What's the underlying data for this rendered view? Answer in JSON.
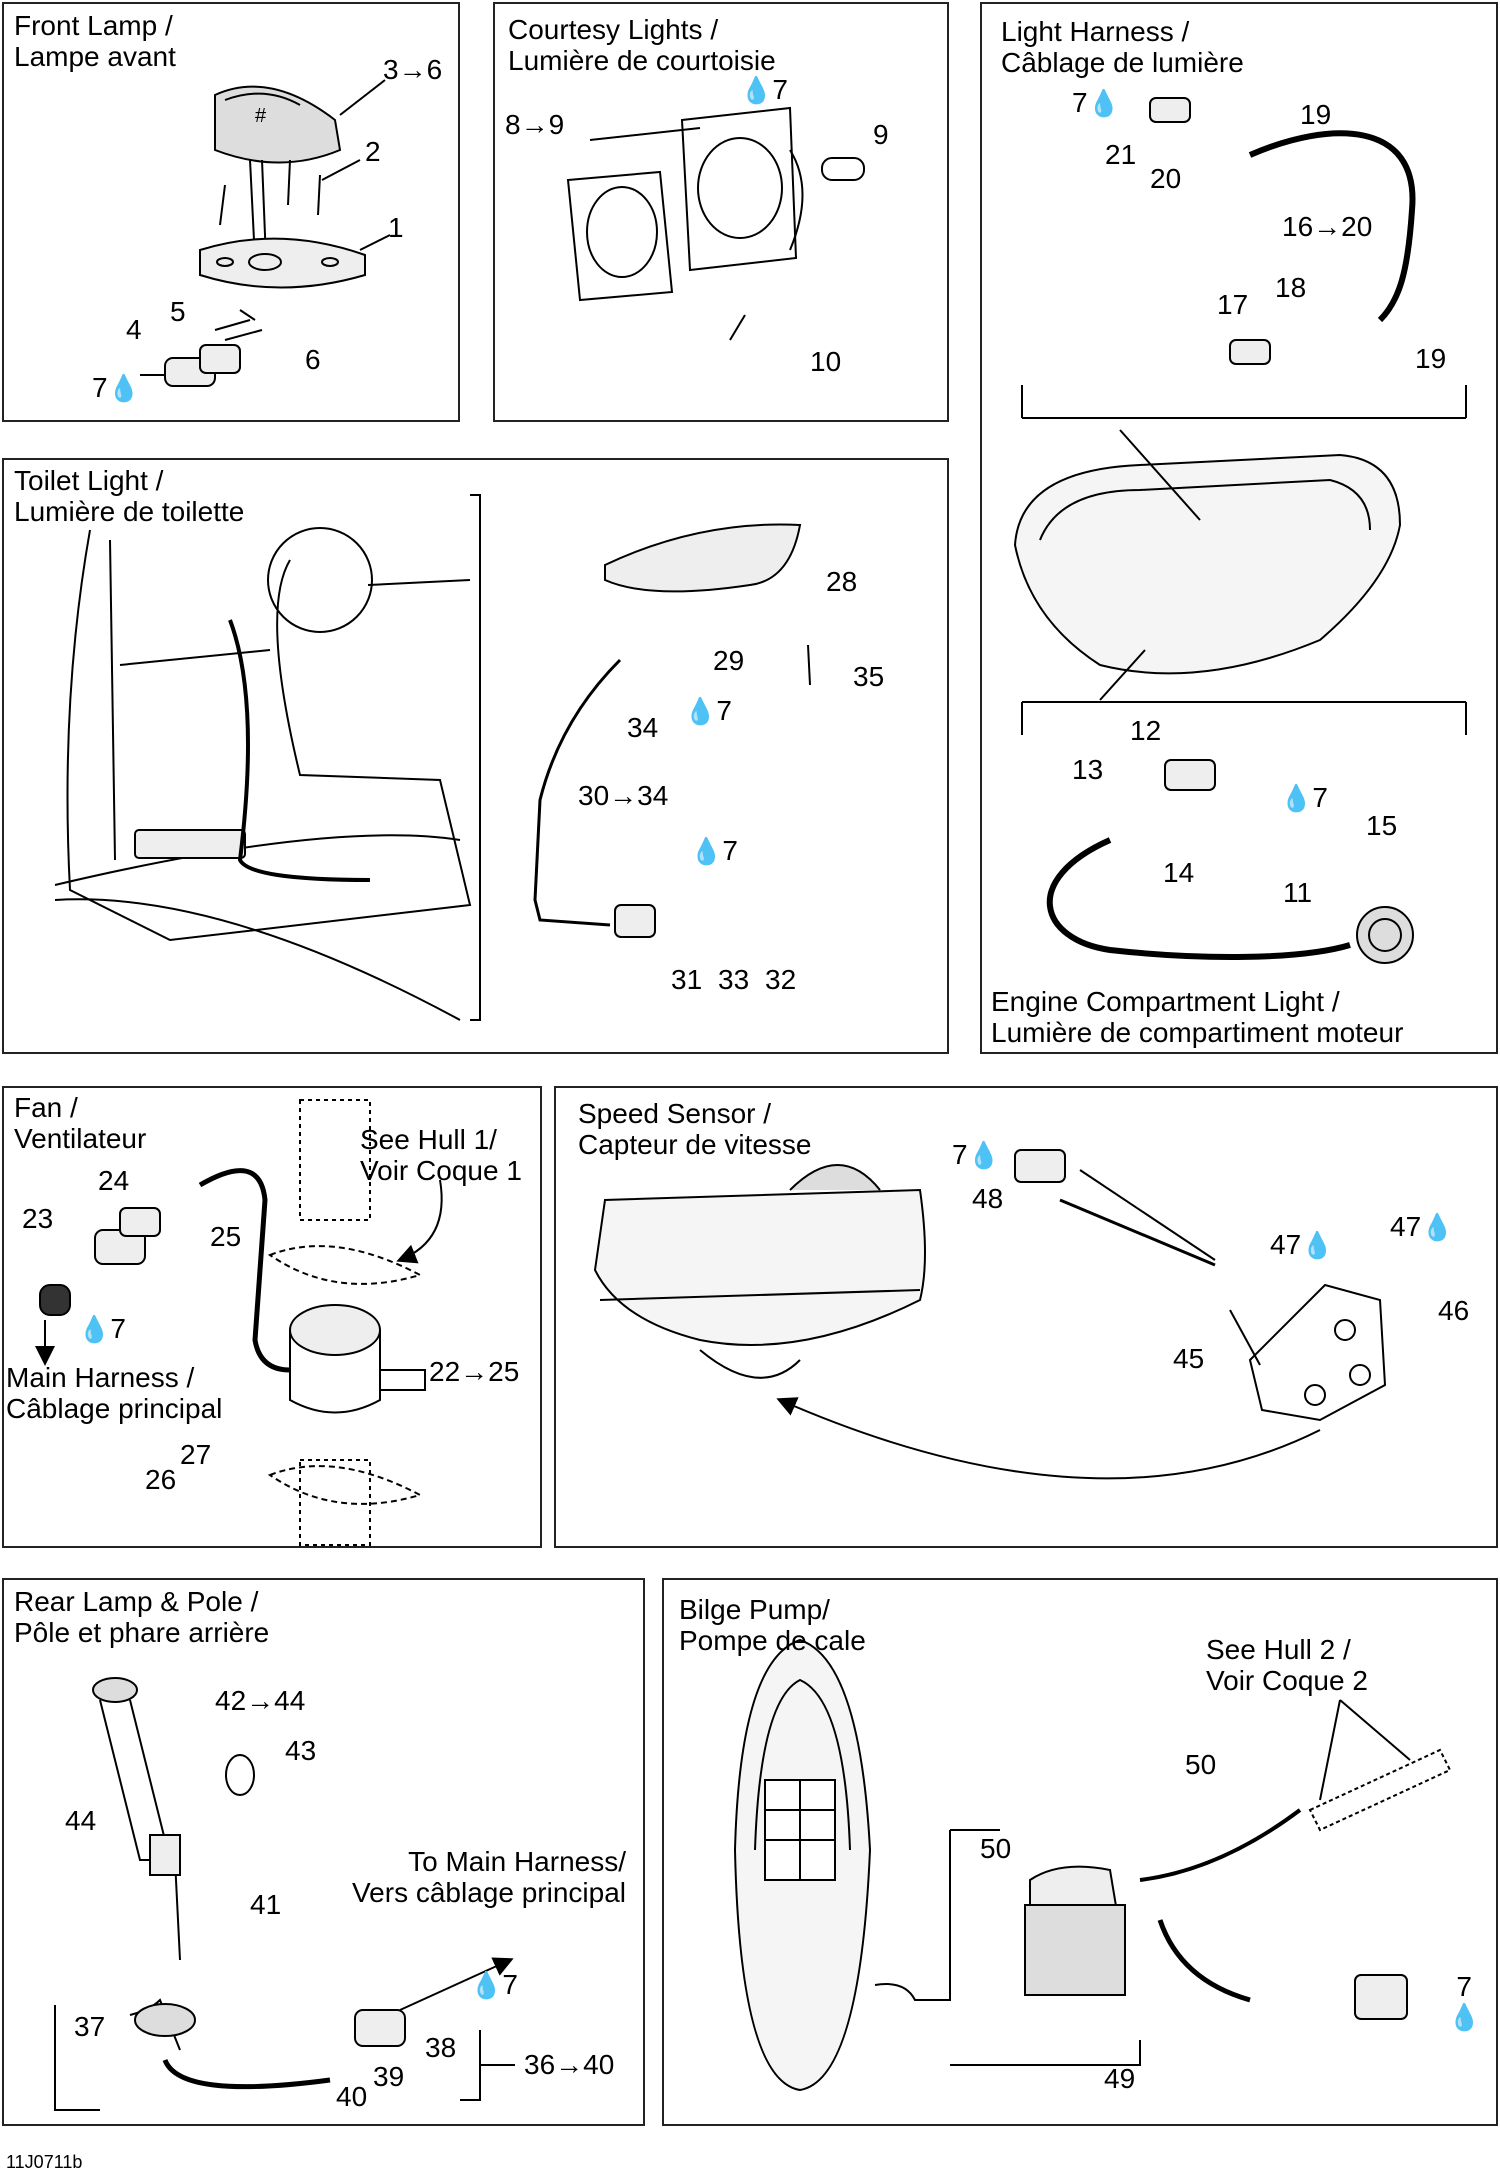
{
  "panels": {
    "front_lamp": {
      "title": [
        "Front Lamp /",
        "Lampe avant"
      ],
      "labels": {
        "l36": "3→6",
        "l2": "2",
        "l1": "1",
        "l5": "5",
        "l4": "4",
        "l6": "6",
        "l7": "7"
      }
    },
    "courtesy": {
      "title": [
        "Courtesy Lights /",
        "Lumière de courtoisie"
      ],
      "labels": {
        "l89": "8→9",
        "l7": "7",
        "l9": "9",
        "l10": "10"
      }
    },
    "light_harness": {
      "title": [
        "Light Harness /",
        "Câblage de lumière"
      ],
      "labels": {
        "l7": "7",
        "l19a": "19",
        "l21": "21",
        "l20": "20",
        "l1620": "16→20",
        "l18": "18",
        "l17": "17",
        "l19b": "19"
      }
    },
    "toilet": {
      "title": [
        "Toilet Light /",
        "Lumière de toilette"
      ],
      "labels": {
        "l28": "28",
        "l29": "29",
        "l35": "35",
        "l34": "34",
        "l7a": "7",
        "l3034": "30→34",
        "l7b": "7",
        "l31": "31",
        "l33": "33",
        "l32": "32"
      }
    },
    "engine": {
      "labels": {
        "l12": "12",
        "l13": "13",
        "l7": "7",
        "l15": "15",
        "l14": "14",
        "l11": "11"
      },
      "caption": [
        "Engine Compartment Light /",
        "Lumière de compartiment moteur"
      ]
    },
    "fan": {
      "title": [
        "Fan /",
        "Ventilateur"
      ],
      "see": [
        "See Hull 1/",
        "Voir Coque 1"
      ],
      "labels": {
        "l24": "24",
        "l23": "23",
        "l25": "25",
        "l7": "7",
        "l2225": "22→25",
        "l27": "27",
        "l26": "26"
      },
      "main": [
        "Main Harness /",
        "Câblage principal"
      ]
    },
    "speed": {
      "title": [
        "Speed Sensor /",
        "Capteur de vitesse"
      ],
      "labels": {
        "l7": "7",
        "l48": "48",
        "l47a": "47",
        "l47b": "47",
        "l46": "46",
        "l45": "45"
      }
    },
    "rear": {
      "title": [
        "Rear Lamp & Pole /",
        "Pôle et phare arrière"
      ],
      "labels": {
        "l4244": "42→44",
        "l43": "43",
        "l44": "44",
        "l41": "41",
        "l37": "37",
        "l7": "7",
        "l38": "38",
        "l39": "39",
        "l3640": "36→40",
        "l40": "40"
      },
      "main": [
        "To Main Harness/",
        "Vers câblage principal"
      ]
    },
    "bilge": {
      "title": [
        "Bilge Pump/",
        "Pompe de cale"
      ],
      "see": [
        "See Hull 2 /",
        "Voir Coque 2"
      ],
      "labels": {
        "l50a": "50",
        "l50b": "50",
        "l7": "7",
        "l49": "49"
      }
    }
  },
  "footer": "11J0711b"
}
